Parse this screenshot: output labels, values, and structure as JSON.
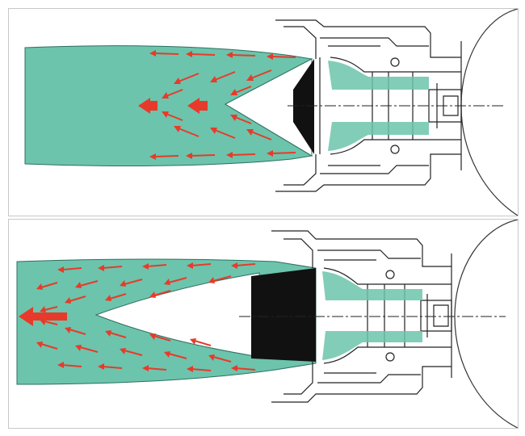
{
  "diagram": {
    "title": "",
    "panels": [
      {
        "id": "top",
        "jet_shape": "converging cone (closed nozzle tip)",
        "flow_direction": "left",
        "main_arrow_count": 2
      },
      {
        "id": "bottom",
        "jet_shape": "diverging cone (open nozzle tip)",
        "flow_direction": "left",
        "main_arrow_count": 1
      }
    ],
    "colors": {
      "fluid": "#6cc4ac",
      "arrow": "#e83a2a",
      "outline": "#222222",
      "valve": "#111111",
      "background": "#ffffff"
    }
  }
}
